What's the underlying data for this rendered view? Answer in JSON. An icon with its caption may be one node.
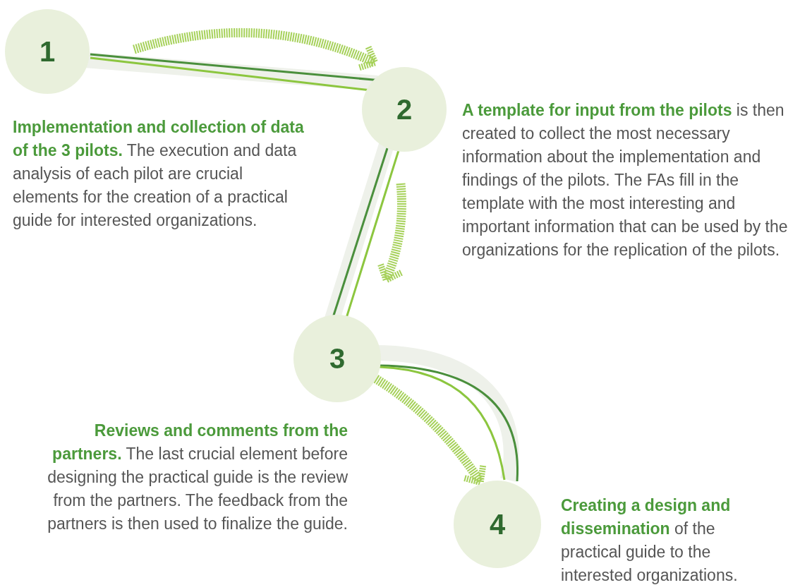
{
  "diagram": {
    "nodes": [
      {
        "text": [
          "1"
        ],
        "beside": [
          "**Implementation and collection of data of the 3 pilots.** The execution and data analysis of each pilot are crucial elements for the creation of a practical guide for interested organizations."
        ]
      },
      {
        "text": [
          "2"
        ],
        "beside": [
          "**A template for input from the pilots** is then created to collect the most necessary information about the implementation and findings of the pilots. The FAs fill in the template with the most interesting and important information that can be used by the organizations for the replication of the pilots."
        ]
      },
      {
        "text": [
          "3"
        ],
        "beside": [
          "**Reviews and comments from the partners.** The last crucial element before designing the practical guide is the review from the partners. The feedback from the partners is then used to finalize the guide."
        ]
      },
      {
        "text": [
          "4"
        ],
        "beside": [
          "**Creating a design and dissemination** of the practical guide to the interested organizations."
        ]
      }
    ],
    "edges": [
      {
        "from": 0,
        "to": 1,
        "arrow": "to",
        "style": "dashed",
        "color": "#a6d15a"
      },
      {
        "from": 1,
        "to": 2,
        "arrow": "to",
        "style": "dashed",
        "color": "#a6d15a"
      },
      {
        "from": 2,
        "to": 3,
        "arrow": "to",
        "style": "dashed",
        "color": "#a6d15a"
      },
      {
        "from": 0,
        "to": 1,
        "arrow": "none",
        "style": "thick",
        "color": "#eef1ea"
      },
      {
        "from": 0,
        "to": 1,
        "arrow": "none",
        "color": "#4a8f3c"
      },
      {
        "from": 0,
        "to": 1,
        "arrow": "none",
        "color": "#8cc63f"
      },
      {
        "from": 1,
        "to": 2,
        "arrow": "none",
        "style": "thick",
        "color": "#eef1ea"
      },
      {
        "from": 1,
        "to": 2,
        "arrow": "none",
        "color": "#4a8f3c"
      },
      {
        "from": 1,
        "to": 2,
        "arrow": "none",
        "color": "#8cc63f"
      },
      {
        "from": 2,
        "to": 3,
        "arrow": "none",
        "style": "thick",
        "color": "#eef1ea"
      },
      {
        "from": 2,
        "to": 3,
        "arrow": "none",
        "color": "#4a8f3c"
      },
      {
        "from": 2,
        "to": 3,
        "arrow": "none",
        "color": "#8cc63f"
      }
    ]
  }
}
